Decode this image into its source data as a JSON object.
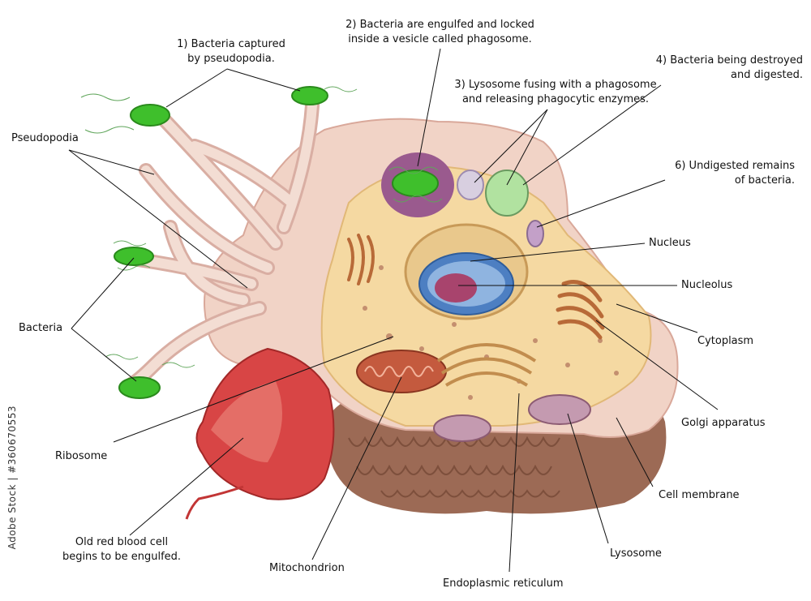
{
  "labels": {
    "captured": "1) Bacteria captured\nby pseudopodia.",
    "engulfed": "2) Bacteria are engulfed and locked\ninside a vesicle called phagosome.",
    "fusing": "3) Lysosome fusing with a phagosome\nand releasing phagocytic enzymes.",
    "destroyed": "4) Bacteria being destroyed\nand digested.",
    "undigested": "6) Undigested remains\nof bacteria.",
    "pseudopodia": "Pseudopodia",
    "bacteria": "Bacteria",
    "ribosome": "Ribosome",
    "rbc": "Old red blood cell\nbegins to be engulfed.",
    "mitochondrion": "Mitochondrion",
    "er": "Endoplasmic reticulum",
    "lysosome": "Lysosome",
    "cell_membrane": "Cell membrane",
    "golgi": "Golgi apparatus",
    "cytoplasm": "Cytoplasm",
    "nucleolus": "Nucleolus",
    "nucleus": "Nucleus"
  },
  "watermark": "Adobe Stock | #360670553",
  "colors": {
    "cell_pink": "#f1d3c6",
    "cytoplasm": "#f5d9a2",
    "membrane": "#e8b7a8",
    "bacteria": "#3fbf2c",
    "rbc": "#d84545",
    "nucleus": "#4d7fc2",
    "nucleolus": "#a8446d",
    "er_brown": "#9c6a55"
  }
}
